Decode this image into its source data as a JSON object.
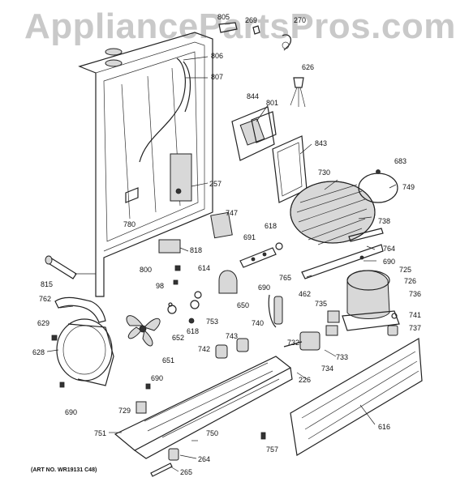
{
  "watermark": "AppliancePartsPros.com",
  "art_number": "(ART NO. WR19131 C48)",
  "callouts": [
    "805",
    "269",
    "270",
    "806",
    "807",
    "626",
    "844",
    "801",
    "843",
    "683",
    "730",
    "749",
    "257",
    "780",
    "747",
    "618",
    "738",
    "818",
    "691",
    "764",
    "690",
    "800",
    "614",
    "98",
    "725",
    "726",
    "736",
    "765",
    "462",
    "690",
    "815",
    "650",
    "762",
    "740",
    "735",
    "741",
    "737",
    "629",
    "652",
    "753",
    "618",
    "743",
    "628",
    "651",
    "742",
    "732",
    "733",
    "226",
    "734",
    "690",
    "729",
    "690",
    "616",
    "751",
    "750",
    "757",
    "264",
    "265"
  ]
}
